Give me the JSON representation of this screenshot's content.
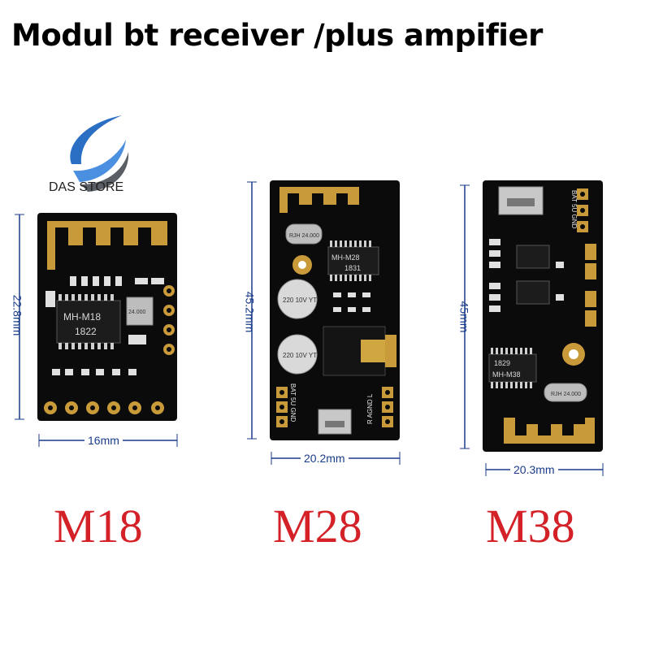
{
  "title": "Modul bt receiver /plus ampifier",
  "store": {
    "name": "DAS STORE",
    "logo_icon": "swoosh-logo-icon",
    "logo_colors": [
      "#2a6fc4",
      "#5a5f66"
    ]
  },
  "modules": [
    {
      "model": "M18",
      "chip_label": "MH-M18",
      "chip_code": "1822",
      "crystal_label": "24.000",
      "height_label": "22.8mm",
      "width_label": "16mm"
    },
    {
      "model": "M28",
      "chip_label": "MH-M28",
      "chip_code": "1831",
      "crystal_label": "RJH 24.000",
      "cap_label": "220 10V YT",
      "pin_labels": "BAT 5U GND",
      "pin_labels_right": "R AGND L",
      "height_label": "45.2mm",
      "width_label": "20.2mm"
    },
    {
      "model": "M38",
      "chip_label": "MH-M38",
      "chip_code": "1829",
      "crystal_label": "RJH 24.000",
      "pin_labels": "BAT 5U GND",
      "height_label": "45mm",
      "width_label": "20.3mm"
    }
  ],
  "colors": {
    "pcb": "#0b0b0b",
    "gold": "#c99a3a",
    "dimension": "#1a3c8c",
    "model_text": "#d42027"
  }
}
